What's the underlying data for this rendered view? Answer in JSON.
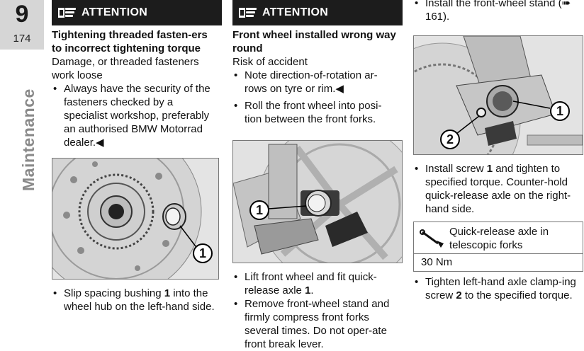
{
  "side": {
    "chapter": "9",
    "page": "174",
    "section": "Maintenance"
  },
  "col1": {
    "attention_label": "ATTENTION",
    "heading": "Tightening threaded fasten-ers to incorrect tightening torque",
    "text": "Damage, or threaded fasteners work loose",
    "bullet1": "Always have the security of the fasteners checked by a specialist workshop, preferably an authorised BMW Motorrad dealer.◀",
    "callout": "1",
    "bullet2_a": "Slip spacing bushing ",
    "bullet2_b": "1",
    "bullet2_c": " into the wheel hub on the left-hand side."
  },
  "col2": {
    "attention_label": "ATTENTION",
    "heading": "Front wheel installed wrong way round",
    "text": "Risk of accident",
    "bullet1": "Note direction-of-rotation ar-rows on tyre or rim.◀",
    "bullet2": "Roll the front wheel into posi-tion between the front forks.",
    "callout": "1",
    "bullet3_a": "Lift front wheel and fit quick-release axle ",
    "bullet3_b": "1",
    "bullet3_c": ".",
    "bullet4": "Remove front-wheel stand and firmly compress front forks several times. Do not oper-ate front break lever."
  },
  "col3": {
    "bullet1_a": "Install the front-wheel stand (",
    "bullet1_ref": "➠ 161",
    "bullet1_c": ").",
    "callout1": "1",
    "callout2": "2",
    "bullet2_a": "Install screw ",
    "bullet2_b": "1",
    "bullet2_c": " and tighten to specified torque. Counter-hold quick-release axle on the right-hand side.",
    "spec_label": "Quick-release axle in telescopic forks",
    "spec_value": "30 Nm",
    "bullet3_a": "Tighten left-hand axle clamp-ing screw ",
    "bullet3_b": "2",
    "bullet3_c": " to the specified torque."
  }
}
